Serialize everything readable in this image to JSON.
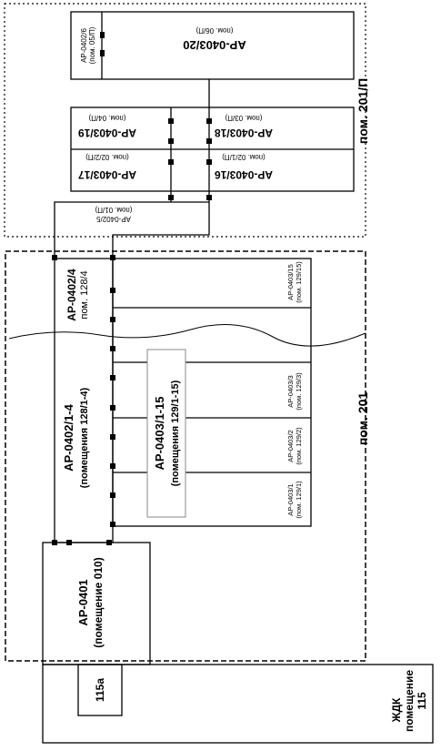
{
  "zones": {
    "room_201p": "пом. 201/П",
    "room_201": "пом. 201",
    "zhdk_line1": "ЖДК",
    "zhdk_line2": "помещение",
    "zhdk_line3": "115"
  },
  "boxes": {
    "ap0403_20": {
      "title": "АР-0403/20",
      "room": "(пом. 06/П)"
    },
    "ap0403_19": {
      "title": "АР-0403/19",
      "room": "(пом. 04/П)"
    },
    "ap0403_18": {
      "title": "АР-0403/18",
      "room": "(пом. 03/П)"
    },
    "ap0403_17": {
      "title": "АР-0403/17",
      "room": "(пом. 02/2/П)"
    },
    "ap0403_16": {
      "title": "АР-0403/16",
      "room": "(пом. 02/1/П)"
    },
    "ap0402_6": {
      "title": "АР-0402/6",
      "room": "(пом. 05/П)"
    },
    "ap0402_5": {
      "title": "АР-0402/5",
      "room": "(пом. 01/П)"
    },
    "ap0402_4": {
      "title": "АР-0402/4",
      "room": "пом. 128/4"
    },
    "ap0402_1_4": {
      "title": "АР-0402/1-4",
      "room": "(помещения 128/1-4)"
    },
    "ap0403_1_15": {
      "title": "АР-0403/1-15",
      "room": "(помещения 129/1-15)"
    },
    "ap0403_15": {
      "title": "АР-0403/15",
      "room": "(пом. 129/15)"
    },
    "ap0403_3": {
      "title": "АР-0403/3",
      "room": "(пом. 129/3)"
    },
    "ap0403_2": {
      "title": "АР-0403/2",
      "room": "(пом. 129/2)"
    },
    "ap0403_1": {
      "title": "АР-0403/1",
      "room": "(пом. 129/1)"
    },
    "ap0401": {
      "title": "АР-0401",
      "room": "(помещение 010)"
    },
    "r115a": {
      "title": "115а"
    }
  }
}
